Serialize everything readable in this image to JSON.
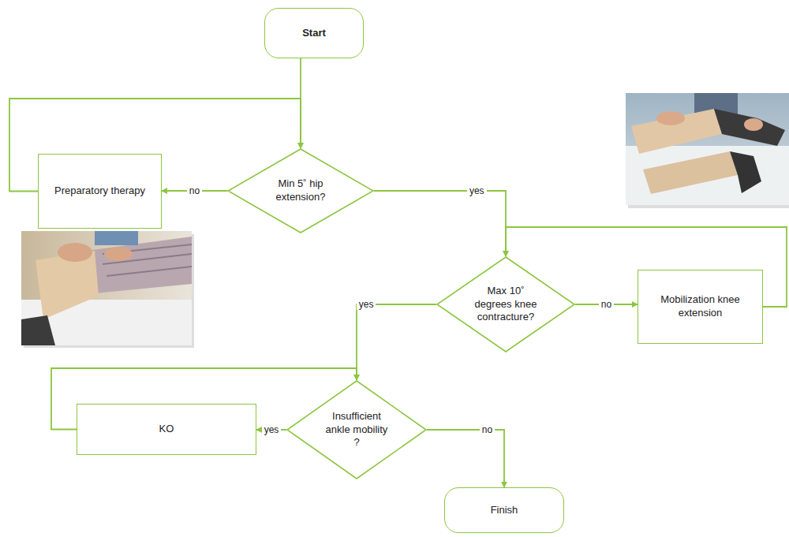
{
  "diagram": {
    "nodes": [
      {
        "text": [
          "Start"
        ]
      },
      {
        "text": [
          "Preparatory therapy"
        ]
      },
      {
        "text": [
          "Min 5˚ hip extension?"
        ]
      },
      {
        "text": [
          "Max 10˚ degrees knee contracture?"
        ]
      },
      {
        "text": [
          "Mobilization knee extension"
        ]
      },
      {
        "text": [
          "Insufficient ankle mobility ?"
        ]
      },
      {
        "text": [
          "KO"
        ]
      },
      {
        "text": [
          "Finish"
        ]
      }
    ],
    "edges": [
      {
        "from": 0,
        "to": 2,
        "arrow": "to"
      },
      {
        "from": 2,
        "to": 1,
        "label": "no",
        "arrow": "to"
      },
      {
        "from": 1,
        "to": 2,
        "arrow": "to"
      },
      {
        "from": 2,
        "to": 3,
        "label": "yes",
        "arrow": "to"
      },
      {
        "from": 3,
        "to": 4,
        "label": "no",
        "arrow": "to"
      },
      {
        "from": 4,
        "to": 3,
        "arrow": "to"
      },
      {
        "from": 3,
        "to": 5,
        "label": "yes",
        "arrow": "to"
      },
      {
        "from": 5,
        "to": 6,
        "label": "yes",
        "arrow": "to"
      },
      {
        "from": 6,
        "to": 5,
        "arrow": "to"
      },
      {
        "from": 5,
        "to": 7,
        "label": "no",
        "arrow": "to"
      }
    ]
  }
}
